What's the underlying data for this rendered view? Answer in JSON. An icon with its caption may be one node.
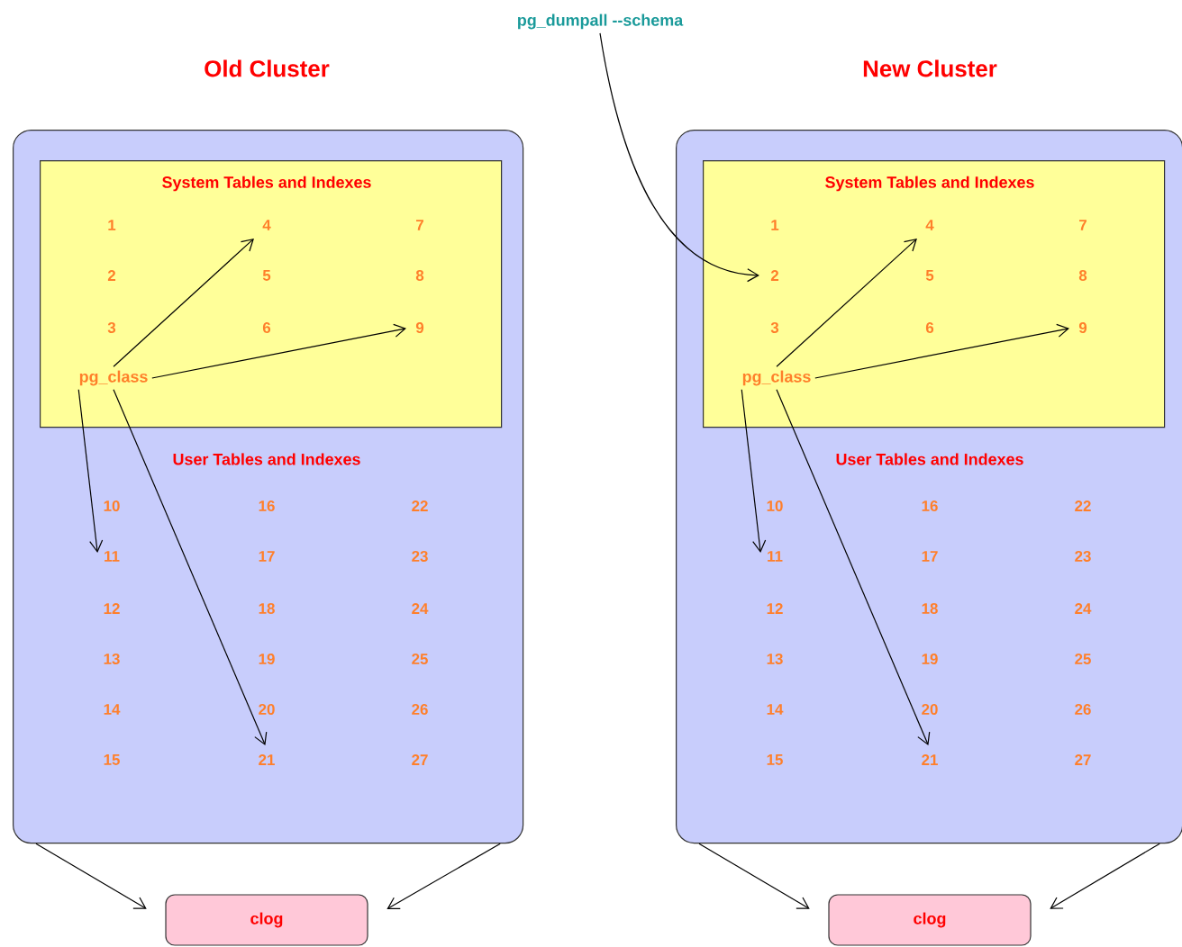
{
  "diagram": {
    "nodes": [
      {
        "text": [
          "pg_dumpall --schema"
        ]
      },
      {
        "text": [
          "Old Cluster",
          "User Tables and Indexes"
        ]
      },
      {
        "text": [
          "System Tables and Indexes"
        ],
        "in": 1
      },
      {
        "text": [
          "pg_class"
        ],
        "in": 2
      },
      {
        "text": [
          "4"
        ],
        "in": 2
      },
      {
        "text": [
          "9"
        ],
        "in": 2
      },
      {
        "text": [
          "11"
        ],
        "in": 1
      },
      {
        "text": [
          "21"
        ],
        "in": 1
      },
      {
        "text": [
          "clog"
        ]
      },
      {
        "text": [
          "New Cluster",
          "User Tables and Indexes"
        ]
      },
      {
        "text": [
          "System Tables and Indexes"
        ],
        "in": 9
      },
      {
        "text": [
          "2"
        ],
        "in": 10
      },
      {
        "text": [
          "pg_class"
        ],
        "in": 10
      },
      {
        "text": [
          "4"
        ],
        "in": 10
      },
      {
        "text": [
          "9"
        ],
        "in": 10
      },
      {
        "text": [
          "11"
        ],
        "in": 9
      },
      {
        "text": [
          "21"
        ],
        "in": 9
      },
      {
        "text": [
          "clog"
        ]
      }
    ],
    "edges": [
      {
        "from": 3,
        "to": 4,
        "arrow": "to"
      },
      {
        "from": 3,
        "to": 5,
        "arrow": "to"
      },
      {
        "from": 3,
        "to": 6,
        "arrow": "to"
      },
      {
        "from": 3,
        "to": 7,
        "arrow": "to"
      },
      {
        "from": 1,
        "to": 8,
        "arrow": "to"
      },
      {
        "from": 1,
        "to": 8,
        "arrow": "to"
      },
      {
        "from": 12,
        "to": 13,
        "arrow": "to"
      },
      {
        "from": 12,
        "to": 14,
        "arrow": "to"
      },
      {
        "from": 12,
        "to": 15,
        "arrow": "to"
      },
      {
        "from": 12,
        "to": 16,
        "arrow": "to"
      },
      {
        "from": 9,
        "to": 17,
        "arrow": "to"
      },
      {
        "from": 9,
        "to": 17,
        "arrow": "to"
      },
      {
        "from": 0,
        "to": 11,
        "arrow": "to"
      }
    ],
    "labels": [
      "1",
      "7",
      "2",
      "5",
      "8",
      "3",
      "6",
      "10",
      "16",
      "22",
      "17",
      "23",
      "12",
      "18",
      "24",
      "13",
      "19",
      "25",
      "14",
      "20",
      "26",
      "15",
      "27",
      "1",
      "7",
      "5",
      "8",
      "3",
      "6",
      "10",
      "16",
      "22",
      "17",
      "23",
      "12",
      "18",
      "24",
      "13",
      "19",
      "25",
      "14",
      "20",
      "26",
      "15",
      "27"
    ]
  }
}
